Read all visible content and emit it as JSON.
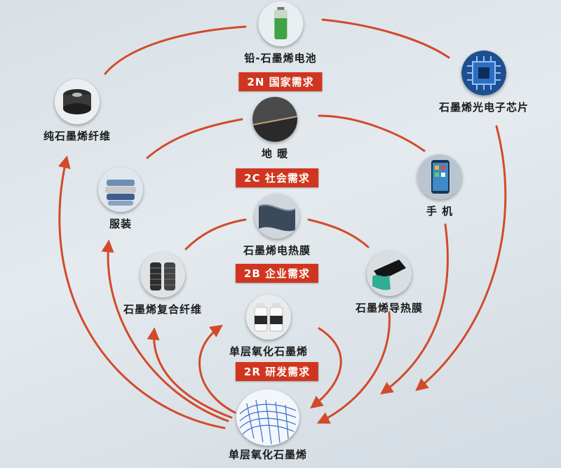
{
  "colors": {
    "arrow": "#d24a2a",
    "banner": "#d0361f"
  },
  "nodes": {
    "lead_graphene_battery": {
      "label": "铅-石墨烯电池",
      "icon": "battery-icon"
    },
    "pure_graphene_fiber": {
      "label": "纯石墨烯纤维",
      "icon": "fiber-spool-icon"
    },
    "graphene_photonic_chip": {
      "label": "石墨烯光电子芯片",
      "icon": "chip-icon"
    },
    "floor_heating": {
      "label": "地  暖",
      "icon": "floor-heating-icon"
    },
    "clothing": {
      "label": "服装",
      "icon": "clothing-icon"
    },
    "mobile_phone": {
      "label": "手  机",
      "icon": "phone-icon"
    },
    "graphene_heating_film": {
      "label": "石墨烯电热膜",
      "icon": "heating-film-icon"
    },
    "graphene_composite_fiber": {
      "label": "石墨烯复合纤维",
      "icon": "yarn-spool-icon"
    },
    "graphene_thermal_film": {
      "label": "石墨烯导热膜",
      "icon": "thermal-film-icon"
    },
    "graphene_oxide": {
      "label": "单层氧化石墨烯",
      "icon": "reagent-bottles-icon"
    },
    "monolayer_graphene_oxide": {
      "label": "单层氧化石墨烯",
      "icon": "graphene-lattice-icon"
    }
  },
  "banners": {
    "national": "2N 国家需求",
    "social": "2C 社会需求",
    "enterprise": "2B 企业需求",
    "research": "2R 研发需求"
  }
}
